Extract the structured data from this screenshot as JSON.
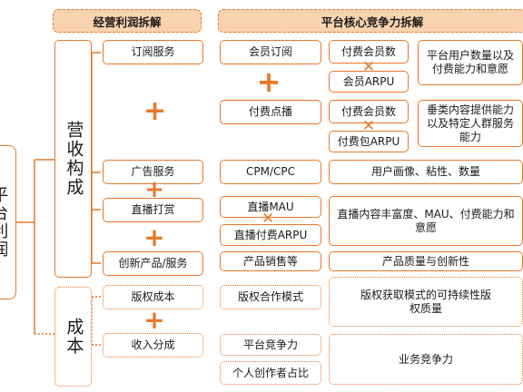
{
  "headers": {
    "left": "经营利润拆解",
    "right": "平台核心竞争力拆解"
  },
  "root": {
    "label": "平台利润"
  },
  "sections": {
    "revenue": "营收构成",
    "cost": "成本"
  },
  "operations": {
    "subscription": "订阅服务",
    "advertising": "广告服务",
    "live_tipping": "直播打赏",
    "innovation": "创新产品/服务",
    "copyright_cost": "版权成本",
    "revenue_share": "收入分成"
  },
  "drivers": {
    "member_subscription": "会员订阅",
    "paid_on_demand": "付费点播",
    "cpm_cpc": "CPM/CPC",
    "live_mau": "直播MAU",
    "live_paid_arpu": "直播付费ARPU",
    "product_sales": "产品销售等",
    "copyright_model": "版权合作模式",
    "platform_competitiveness": "平台竞争力",
    "creator_share": "个人创作者占比"
  },
  "metrics": {
    "paid_members": "付费会员数",
    "member_arpu": "会员ARPU",
    "paid_members_2": "付费会员数",
    "pack_arpu": "付费包ARPU"
  },
  "competencies": {
    "user_count": "平台用户数量以及付费能力和意愿",
    "vertical_content": "垂类内容提供能力以及特定人群服务能力",
    "user_profile": "用户画像、粘性、数量",
    "live_content": "直播内容丰富度、MAU、付费能力和意愿",
    "product_quality": "产品质量与创新性",
    "copyright_sustain": "版权获取模式的可持续性版权质量",
    "business_comp": "业务竞争力"
  },
  "symbols": {
    "plus": "+",
    "times": "✕"
  },
  "colors": {
    "accent": "#e8782a",
    "header_fill": "#f9d2b0"
  }
}
